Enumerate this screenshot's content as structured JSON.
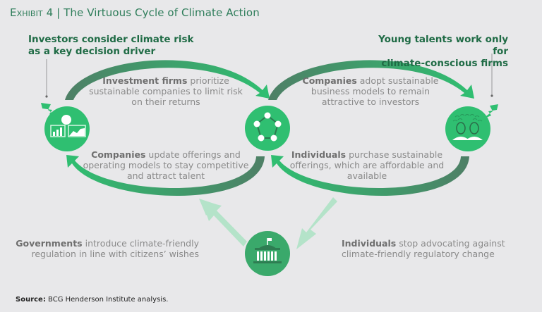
{
  "title": {
    "exhibit": "Exhibit 4",
    "separator": "|",
    "text": "The Virtuous Cycle of Climate Action"
  },
  "headings": {
    "investors": [
      "Investors consider climate risk",
      "as a key decision driver"
    ],
    "talents": [
      "Young talents work only for",
      "climate-conscious firms"
    ]
  },
  "cycle_text": {
    "investment_firms": {
      "bold": "Investment firms",
      "rest1": " prioritize",
      "rest2": "sustainable companies to limit risk",
      "rest3": "on their returns"
    },
    "companies_adopt": {
      "bold": "Companies",
      "rest1": " adopt sustainable",
      "rest2": "business models to remain",
      "rest3": "attractive to investors"
    },
    "companies_update": {
      "bold": "Companies",
      "rest1": " update offerings and",
      "rest2": "operating models to stay competitive",
      "rest3": "and attract talent"
    },
    "individuals_purchase": {
      "bold": "Individuals",
      "rest1": " purchase sustainable",
      "rest2": "offerings, which are affordable and",
      "rest3": "available"
    },
    "governments": {
      "bold": "Governments",
      "rest1": " introduce climate-friendly",
      "rest2": "regulation in line with citizens’ wishes"
    },
    "individuals_stop": {
      "bold": "Individuals",
      "rest1": " stop advocating against",
      "rest2": "climate-friendly regulatory change"
    }
  },
  "source": {
    "label": "Source:",
    "text": " BCG Henderson Institute analysis."
  },
  "icons": [
    "investor-chart-icon",
    "network-pentagon-icon",
    "talent-people-icon",
    "government-building-icon",
    "lightning-icon"
  ],
  "colors": {
    "green": "#2fbf71",
    "dark_green": "#4e7f66",
    "light_green": "#b4e3c9",
    "title": "#2e7d5a"
  }
}
